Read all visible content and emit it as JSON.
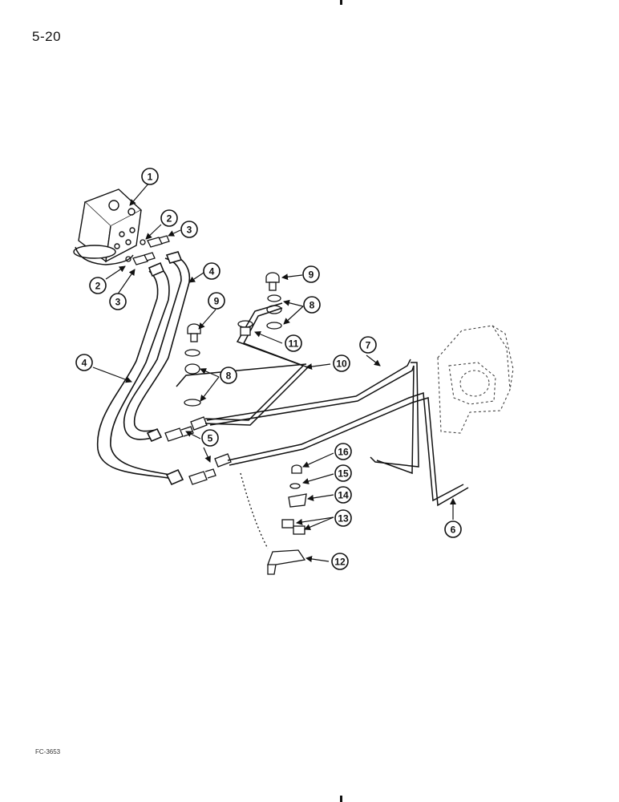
{
  "page_number": "5-20",
  "figure_code": "FC-3653",
  "callouts": [
    {
      "label": "1"
    },
    {
      "label": "2"
    },
    {
      "label": "3"
    },
    {
      "label": "2"
    },
    {
      "label": "3"
    },
    {
      "label": "4"
    },
    {
      "label": "4"
    },
    {
      "label": "9"
    },
    {
      "label": "8"
    },
    {
      "label": "9"
    },
    {
      "label": "11"
    },
    {
      "label": "8"
    },
    {
      "label": "10"
    },
    {
      "label": "7"
    },
    {
      "label": "5"
    },
    {
      "label": "16"
    },
    {
      "label": "15"
    },
    {
      "label": "14"
    },
    {
      "label": "13"
    },
    {
      "label": "6"
    },
    {
      "label": "12"
    }
  ]
}
